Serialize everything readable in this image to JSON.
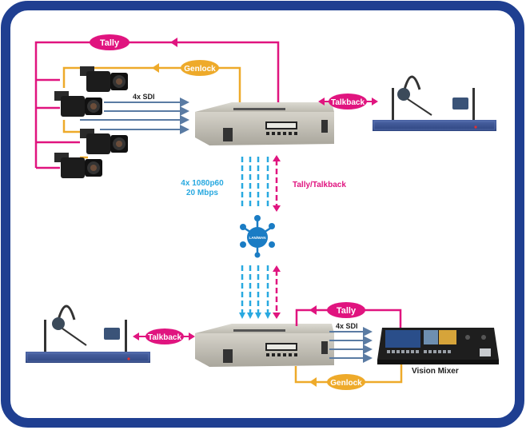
{
  "colors": {
    "frame": "#1f3f91",
    "tally": "#e0147f",
    "genlock": "#eeaa2a",
    "sdi": "#5a7ba3",
    "stream": "#29a9e0",
    "hub": "#1a7cc4",
    "text_dark": "#222222"
  },
  "top": {
    "tally_label": "Tally",
    "genlock_label": "Genlock",
    "sdi_label": "4x SDI",
    "talkback_label": "Talkback",
    "cameras": [
      "camera-1",
      "camera-2",
      "camera-3",
      "camera-4"
    ]
  },
  "network": {
    "stream_line1": "4x 1080p60",
    "stream_line2": "20 Mbps",
    "tally_talkback_label": "Tally/Talkback",
    "hub_label": "LAN/WAN"
  },
  "bottom": {
    "tally_label": "Tally",
    "genlock_label": "Genlock",
    "sdi_label": "4x SDI",
    "talkback_label": "Talkback",
    "vision_mixer_label": "Vision Mixer"
  }
}
